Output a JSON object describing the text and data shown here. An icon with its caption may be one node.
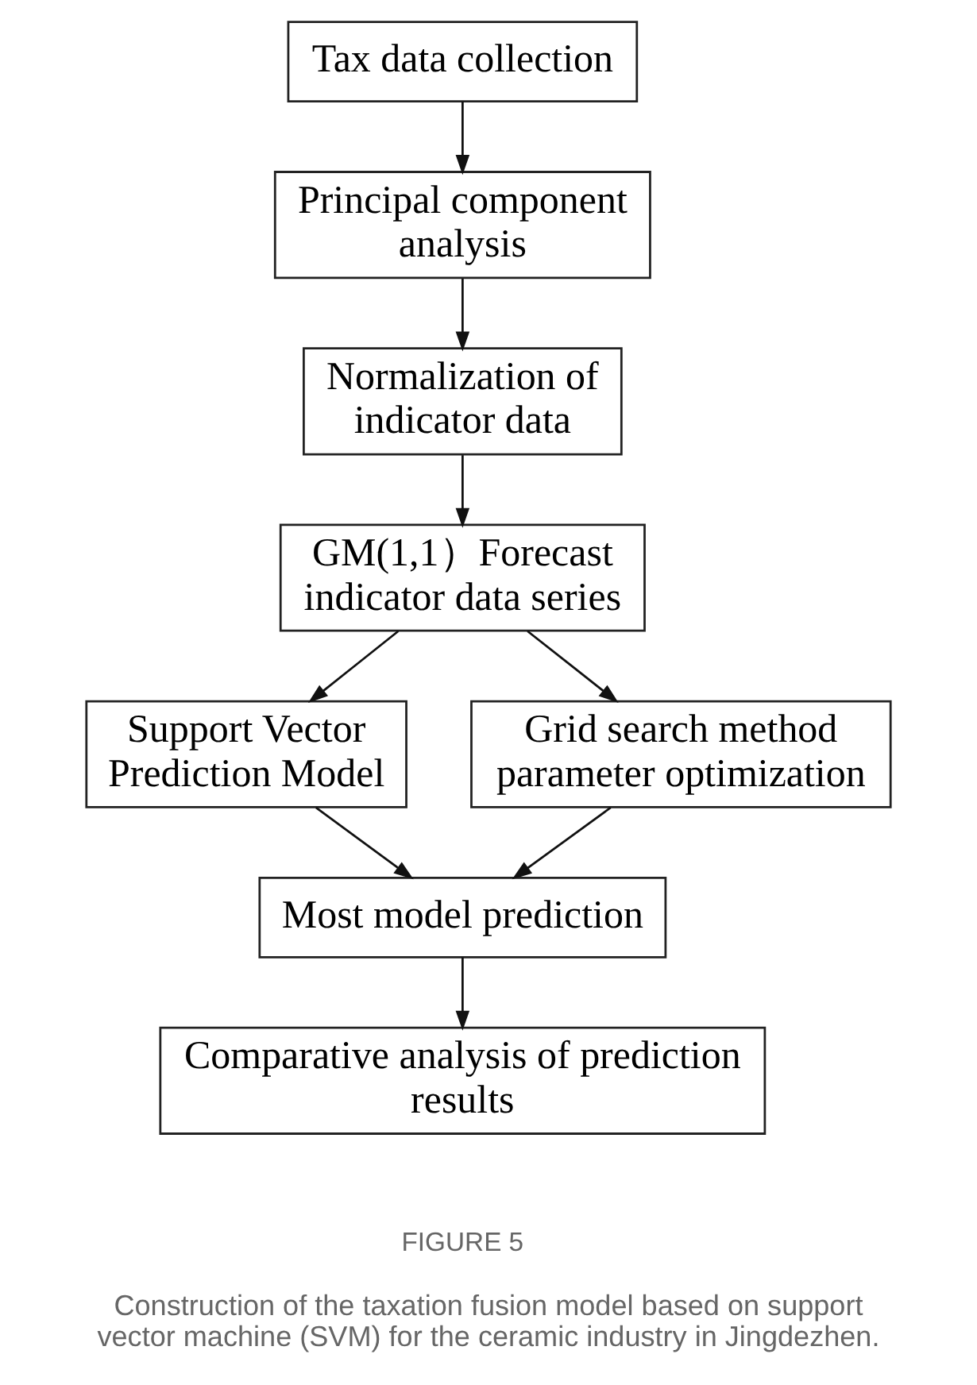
{
  "diagram": {
    "caption": "Construction of the taxation fusion model based on support vector machine (SVM) for the ceramic industry in Jingdezhen.",
    "nodes": [
      {
        "text": [
          "Tax data collection"
        ]
      },
      {
        "text": [
          "Principal component analysis"
        ]
      },
      {
        "text": [
          "Normalization of indicator data"
        ]
      },
      {
        "text": [
          "GM(1,1）Forecast indicator data series"
        ]
      },
      {
        "text": [
          "Support Vector Prediction Model"
        ]
      },
      {
        "text": [
          "Grid search method parameter optimization"
        ]
      },
      {
        "text": [
          "Most model prediction"
        ]
      },
      {
        "text": [
          "Comparative analysis of prediction results"
        ]
      }
    ],
    "edges": [
      {
        "from": 0,
        "to": 1,
        "arrow": "to"
      },
      {
        "from": 1,
        "to": 2,
        "arrow": "to"
      },
      {
        "from": 2,
        "to": 3,
        "arrow": "to"
      },
      {
        "from": 3,
        "to": 4,
        "arrow": "to"
      },
      {
        "from": 3,
        "to": 5,
        "arrow": "to"
      },
      {
        "from": 4,
        "to": 6,
        "arrow": "to"
      },
      {
        "from": 5,
        "to": 6,
        "arrow": "to"
      },
      {
        "from": 6,
        "to": 7,
        "arrow": "to"
      }
    ],
    "labels": [
      "FIGURE 5"
    ]
  }
}
